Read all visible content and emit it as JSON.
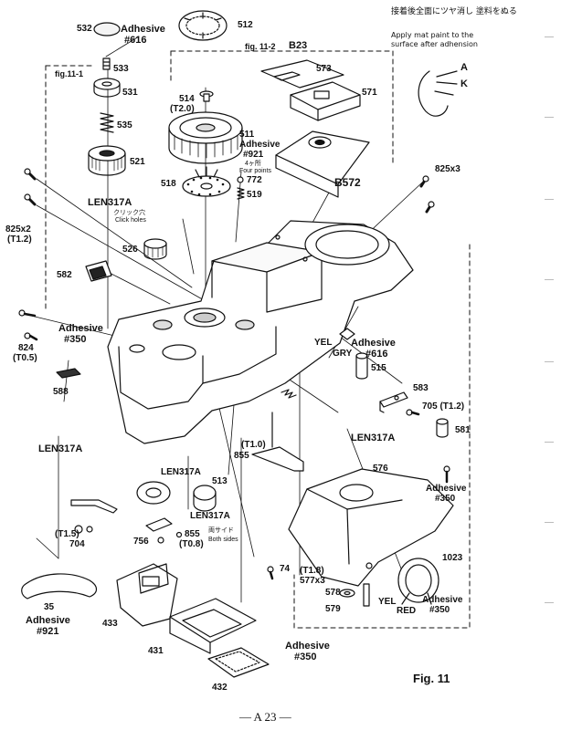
{
  "page": {
    "figure_title": "Fig. 11",
    "page_number": "— A 23 —"
  },
  "note": {
    "jp": "接着後全面にツヤ消し 塗料をぬる",
    "en1": "Apply mat paint to the",
    "en2": "surface after adhension",
    "letter_a": "A",
    "letter_k": "K"
  },
  "subfigures": {
    "fig1": "fig.11-1",
    "fig2": "fig. 11-2",
    "b23": "B23",
    "b572": "B572"
  },
  "parts": {
    "p532": "532",
    "p512": "512",
    "p533": "533",
    "p531": "531",
    "p535": "535",
    "p521": "521",
    "p514": "514",
    "t20": "(T2.0)",
    "p511": "511",
    "p573": "573",
    "p571": "571",
    "p825": "825x3",
    "p518": "518",
    "p772": "772",
    "p519": "519",
    "four_jp": "4ヶ所",
    "four_en": "Four points",
    "click_jp": "クリック穴",
    "click_en": "Click holes",
    "len1": "LEN317A",
    "p825x2": "825x2",
    "t12a": "(T1.2)",
    "p526": "526",
    "p582": "582",
    "p824": "824",
    "t05": "(T0.5)",
    "p588": "588",
    "yel": "YEL",
    "gry": "GRY",
    "p515": "515",
    "p583": "583",
    "p705": "705 (T1.2)",
    "len2": "LEN317A",
    "p581": "581",
    "len3": "LEN317A",
    "t10": "(T1.0)",
    "p855a": "855",
    "p576": "576",
    "len4": "LEN317A",
    "p513": "513",
    "len5": "LEN317A",
    "t15": "(T1.5)",
    "p704": "704",
    "p756": "756",
    "p855b": "855",
    "t08": "(T0.8)",
    "both_jp": "両サイド",
    "both_en": "Both sides",
    "p74": "74",
    "t18": "(T1.8)",
    "p577": "577x3",
    "p578": "578",
    "p579": "579",
    "p1023": "1023",
    "yel2": "YEL",
    "red": "RED",
    "p35": "35",
    "p433": "433",
    "p431": "431",
    "p432": "432"
  },
  "adhesives": {
    "a616a": "Adhesive",
    "a616a_n": "#616",
    "a921a": "Adhesive",
    "a921a_n": "#921",
    "a350a": "Adhesive",
    "a350a_n": "#350",
    "a616b": "Adhesive",
    "a616b_n": "#616",
    "a350b": "Adhesive",
    "a350b_n": "#350",
    "a921b": "Adhesive",
    "a921b_n": "#921",
    "a350c": "Adhesive",
    "a350c_n": "#350",
    "a350d": "Adhesive",
    "a350d_n": "#350"
  }
}
